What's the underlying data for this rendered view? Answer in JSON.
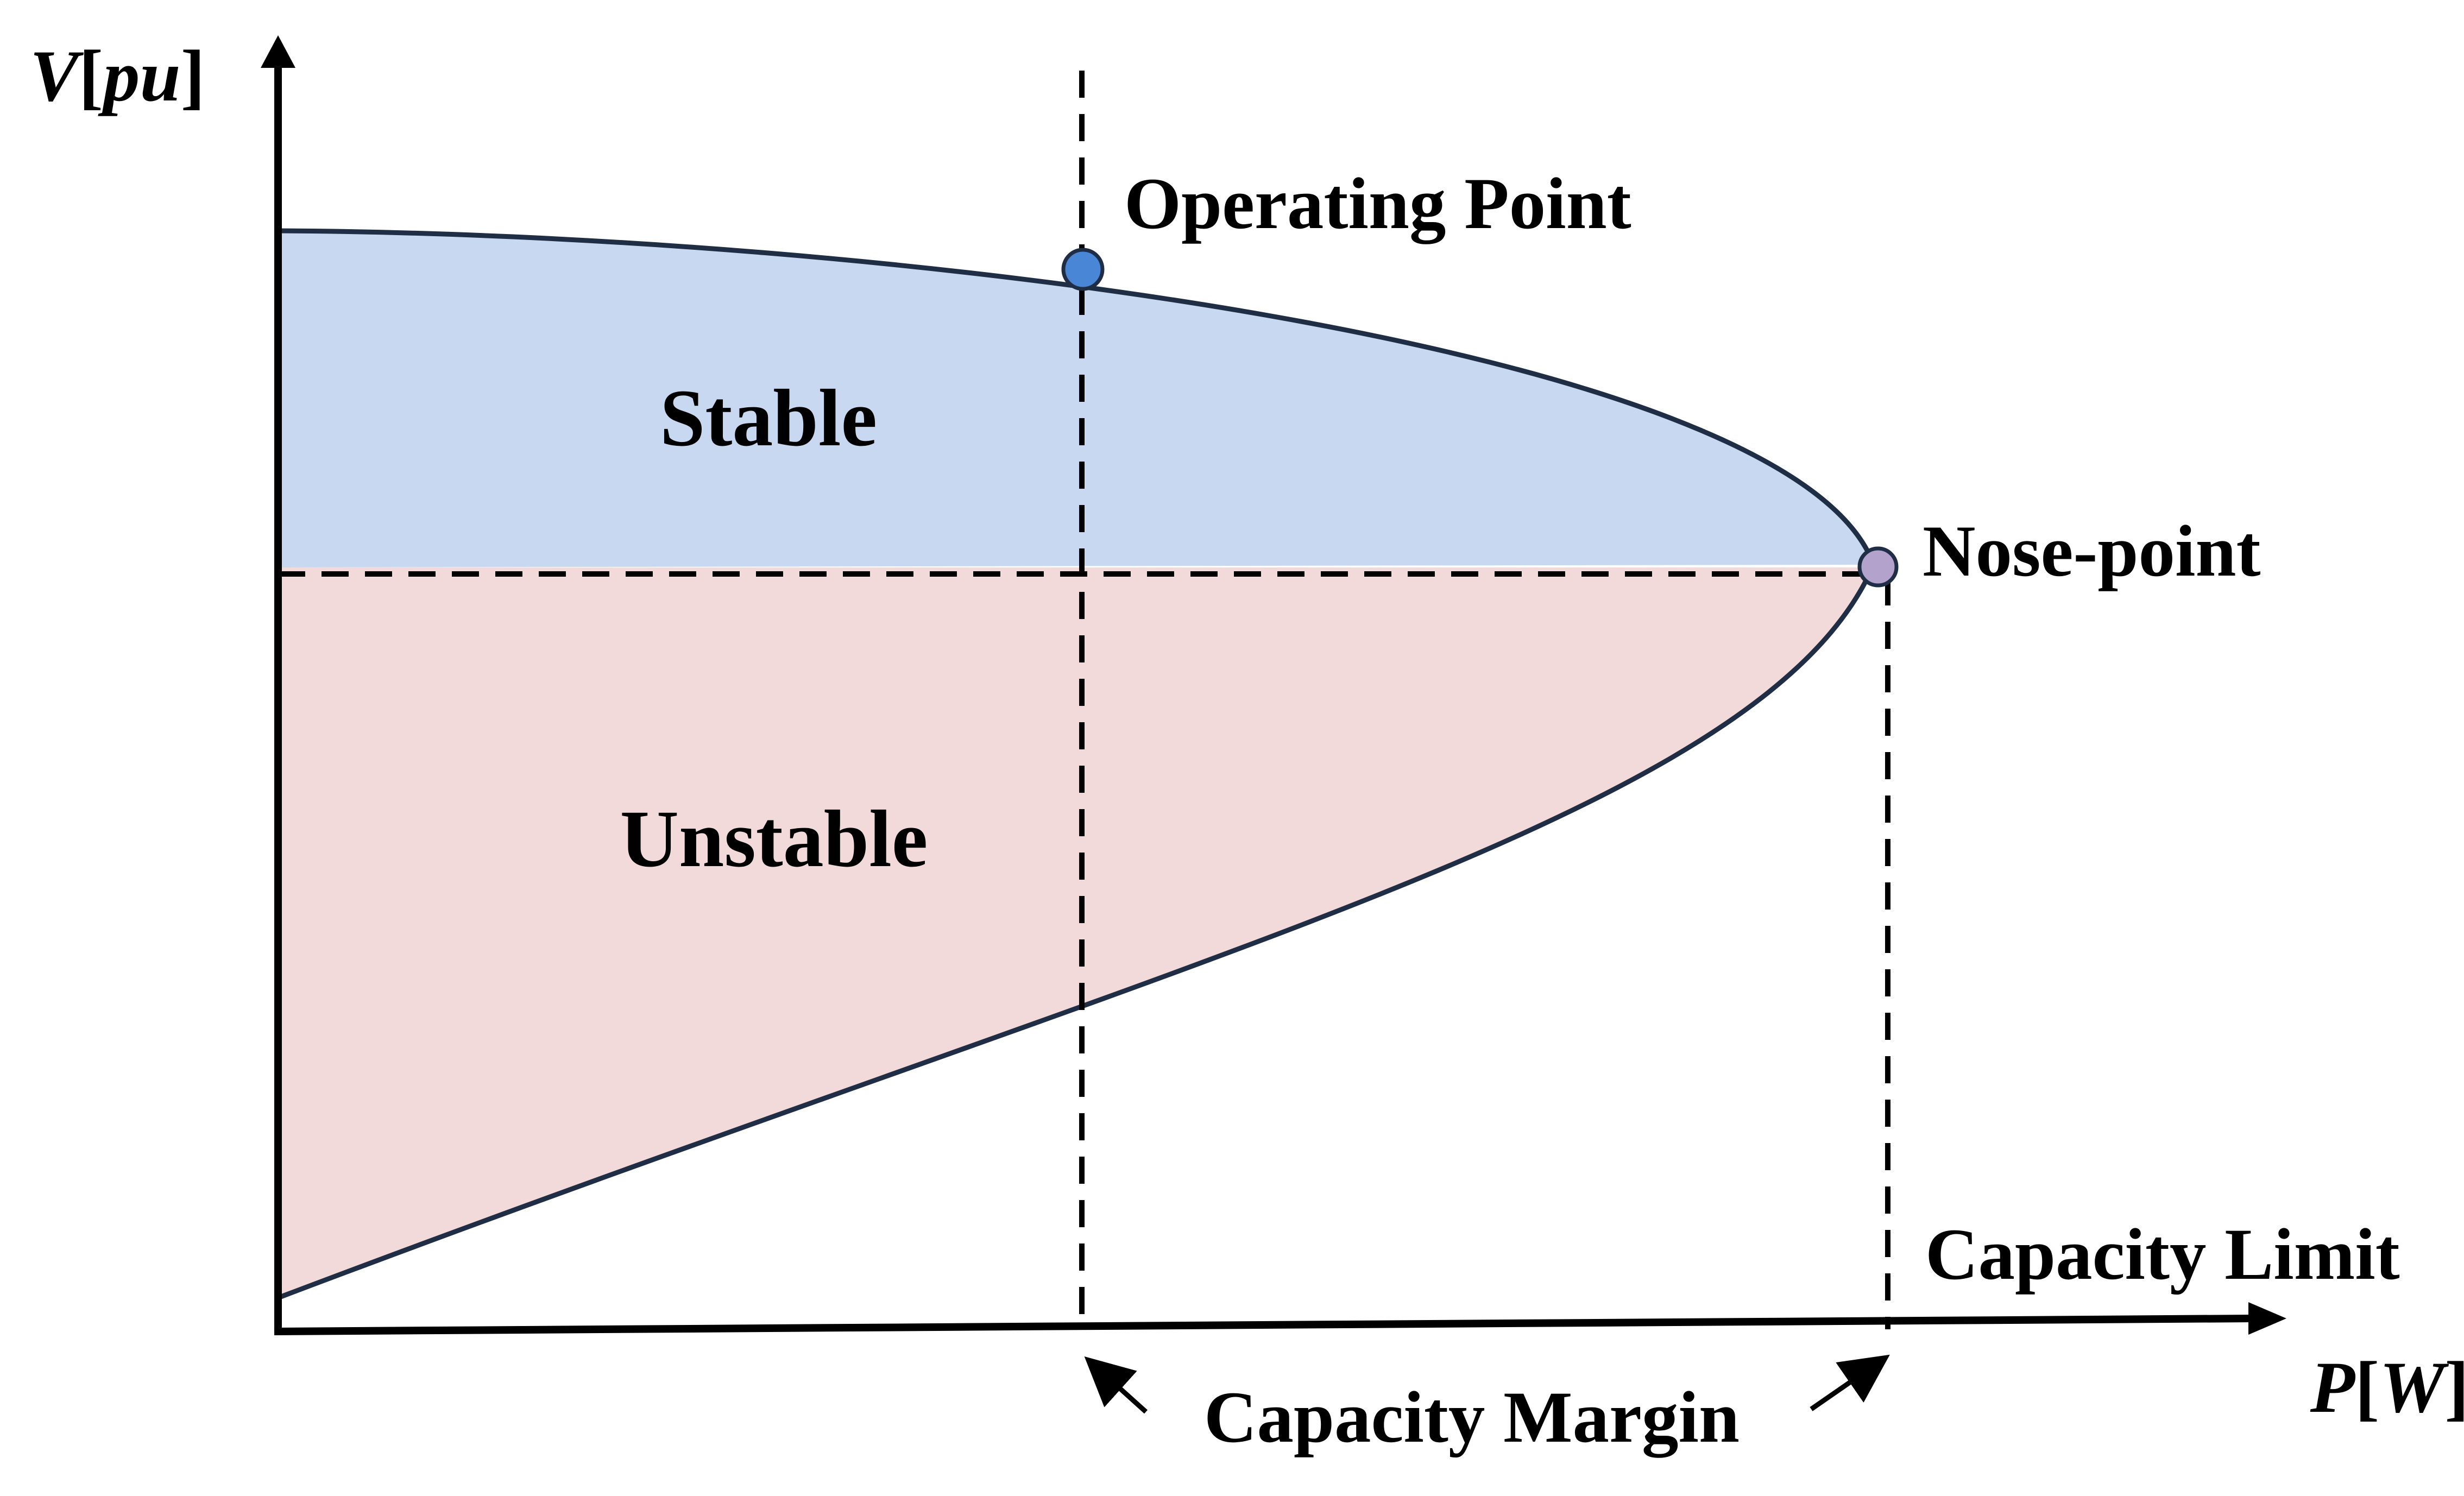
{
  "diagram": {
    "axes": {
      "y_label_var": "V",
      "y_label_unit": "pu",
      "x_label_var": "P",
      "x_label_unit": "W"
    },
    "regions": {
      "stable_label": "Stable",
      "unstable_label": "Unstable"
    },
    "annotations": {
      "operating_point": "Operating Point",
      "nose_point": "Nose-point",
      "capacity_limit": "Capacity Limit",
      "capacity_margin": "Capacity Margin"
    },
    "colors": {
      "stable_fill": "#c7d8f0",
      "unstable_fill": "#f2dada",
      "curve": "#1f2d45",
      "operating_point": "#4a86d6",
      "nose_point": "#b3a3cc",
      "axis": "#000000"
    }
  }
}
